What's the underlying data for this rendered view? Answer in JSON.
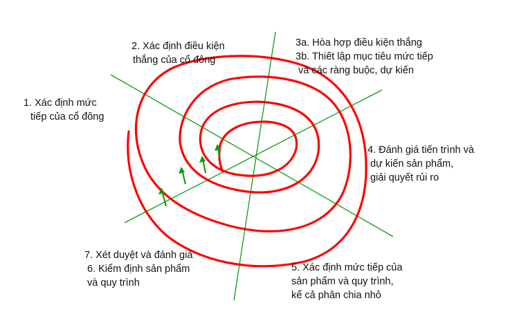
{
  "colors": {
    "spiral": "#ff0000",
    "axis": "#119a11",
    "arrow": "#119a11",
    "text": "#111111",
    "background": "#ffffff"
  },
  "steps": {
    "step1": [
      "1. Xác định mức",
      "tiếp của cổ đông"
    ],
    "step2": [
      "2. Xác định điều kiện",
      "thắng của cổ đông"
    ],
    "step3": [
      "3a. Hòa hợp điều kiện thắng",
      "3b. Thiết lập mục tiêu mức tiếp",
      "và các ràng buộc, dự kiến"
    ],
    "step4": [
      "4. Đánh giá tiến trình và",
      "dự kiến sản phẩm,",
      "giải quyết rủi ro"
    ],
    "step5": [
      "5. Xác định mức tiếp của",
      "sản phẩm và quy trình,",
      "kể cả phân chia nhỏ"
    ],
    "step67": [
      "7. Xét duyệt và đánh giá",
      "6. Kiểm định sản phẩm",
      "và quy trình"
    ]
  }
}
